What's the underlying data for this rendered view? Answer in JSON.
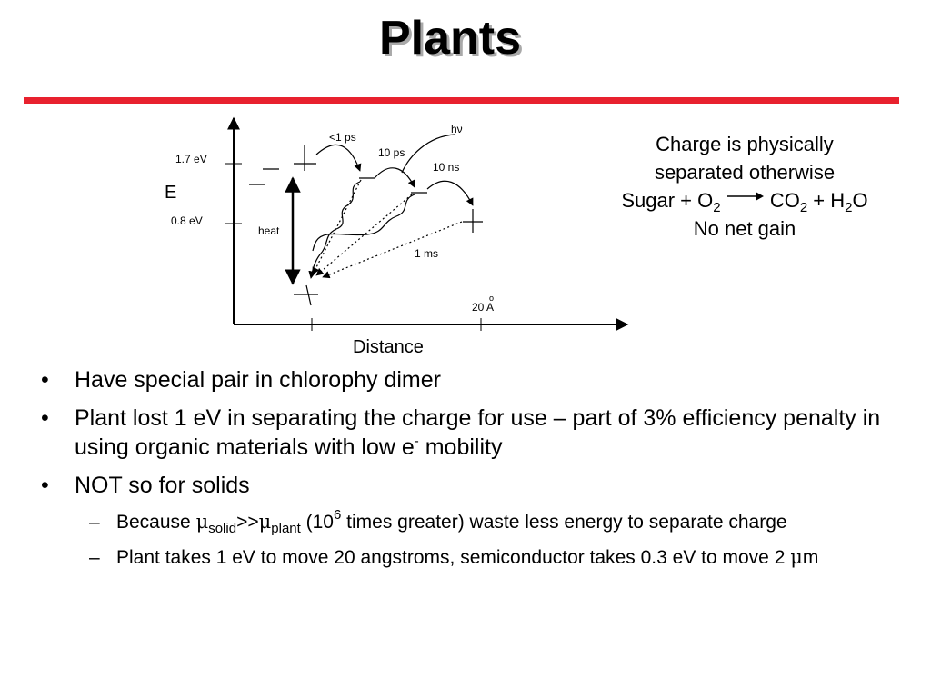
{
  "slide": {
    "title": "Plants",
    "accent_color": "#e8212e"
  },
  "diagram": {
    "axis_y_label": "E",
    "axis_x_label": "Distance",
    "level_high": "1.7 eV",
    "level_low": "0.8 eV",
    "heat_label": "heat",
    "photon_label": "hν",
    "time_1": "<1 ps",
    "time_2": "10 ps",
    "time_3": "10 ns",
    "time_4": "1 ms",
    "distance_value": "20 A",
    "angstrom_ring": "o"
  },
  "side_note": {
    "line1": "Charge is physically",
    "line2": "separated otherwise",
    "sugar": "Sugar + O",
    "sub_2a": "2",
    "co": "CO",
    "sub_2b": "2",
    "plus_h": " + H",
    "sub_2c": "2",
    "o": "O",
    "line4": "No net gain"
  },
  "bullets": {
    "marker": "•",
    "dash": "–",
    "b1": "Have special pair in chlorophy dimer",
    "b2_main": "Plant lost 1 eV in separating the charge for use – part of 3% efficiency penalty in using organic materials with low e",
    "b2_sup": "-",
    "b2_end": " mobility",
    "b3": "NOT so for solids",
    "s1_because": "Because ",
    "mu": "μ",
    "s1_sub_solid": "solid",
    "s1_gt": ">>",
    "s1_sub_plant": "plant",
    "s1_paren": " (10",
    "s1_sup": "6",
    "s1_rest": " times greater) waste less energy to separate charge",
    "s2_main": "Plant takes 1 eV to move 20 angstroms, semiconductor takes 0.3 eV to move 2 ",
    "s2_unit": "m"
  }
}
